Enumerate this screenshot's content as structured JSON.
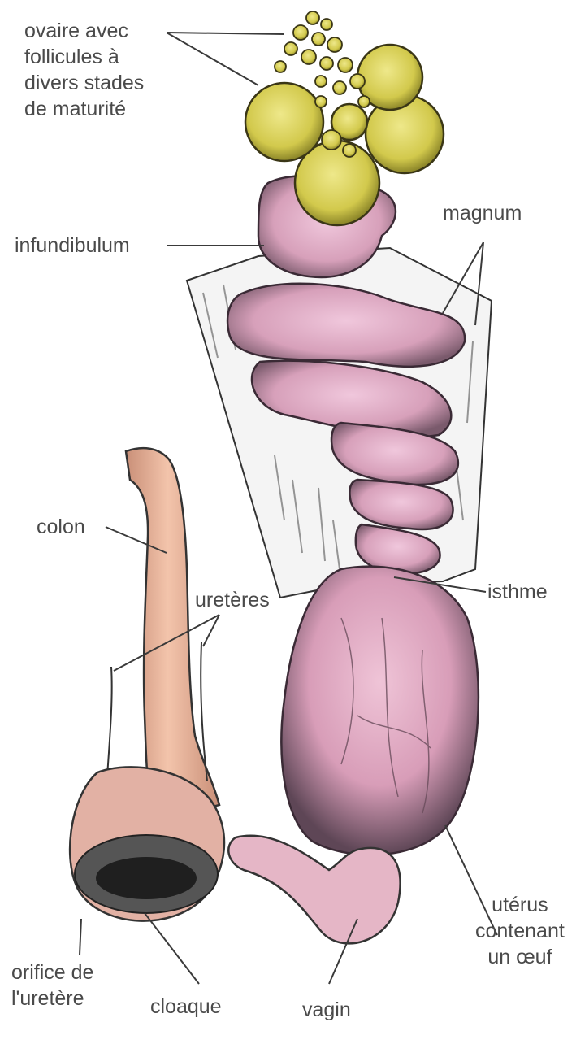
{
  "labels": {
    "ovaire": [
      "ovaire avec",
      "follicules à",
      "divers stades",
      "de maturité"
    ],
    "infundibulum": "infundibulum",
    "magnum": "magnum",
    "colon": "colon",
    "ureteres": "uretères",
    "isthme": "isthme",
    "uterus": [
      "utérus",
      "contenant",
      "un œuf"
    ],
    "orifice": [
      "orifice de",
      "l'uretère"
    ],
    "cloaque": "cloaque",
    "vagin": "vagin"
  },
  "colors": {
    "follicle": "#d8cf57",
    "follicle_dark": "#8f8a2a",
    "oviduct_pink": "#d8a4bd",
    "oviduct_dark": "#6b4f60",
    "colon_peach": "#efb9a0",
    "membrane": "#f3f3f3",
    "ink": "#2e2e2e",
    "label": "#4a4a4a"
  }
}
